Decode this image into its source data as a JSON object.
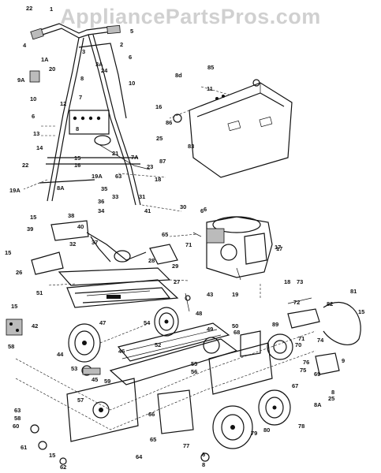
{
  "watermark": "AppliancePartsPros.com",
  "callouts": [
    {
      "id": "c1",
      "text": "1"
    },
    {
      "id": "c2",
      "text": "2"
    },
    {
      "id": "c3",
      "text": "3"
    },
    {
      "id": "c3a",
      "text": "3A"
    },
    {
      "id": "c3b",
      "text": "3"
    },
    {
      "id": "c3a2",
      "text": "3A"
    },
    {
      "id": "c4",
      "text": "4"
    },
    {
      "id": "c5",
      "text": "5"
    },
    {
      "id": "c6",
      "text": "6"
    },
    {
      "id": "c1a",
      "text": "1A"
    },
    {
      "id": "c20",
      "text": "20"
    },
    {
      "id": "c8",
      "text": "8"
    },
    {
      "id": "c9a",
      "text": "9A"
    },
    {
      "id": "c10",
      "text": "10"
    },
    {
      "id": "c10b",
      "text": "10"
    },
    {
      "id": "c11",
      "text": "11"
    },
    {
      "id": "c7",
      "text": "7"
    },
    {
      "id": "c12",
      "text": "12"
    },
    {
      "id": "c6b",
      "text": "6"
    },
    {
      "id": "c13",
      "text": "13"
    },
    {
      "id": "c25",
      "text": "25"
    },
    {
      "id": "c14",
      "text": "14"
    },
    {
      "id": "c22",
      "text": "22"
    },
    {
      "id": "c21",
      "text": "21"
    },
    {
      "id": "c15",
      "text": "15"
    },
    {
      "id": "c16",
      "text": "16"
    },
    {
      "id": "c7a",
      "text": "7A"
    },
    {
      "id": "c87",
      "text": "87"
    },
    {
      "id": "c23",
      "text": "23"
    },
    {
      "id": "c19a",
      "text": "19A"
    },
    {
      "id": "c63",
      "text": "63"
    },
    {
      "id": "c18",
      "text": "18"
    },
    {
      "id": "c19a2",
      "text": "19A"
    },
    {
      "id": "c8a",
      "text": "8A"
    },
    {
      "id": "c35",
      "text": "35"
    },
    {
      "id": "c36",
      "text": "36"
    },
    {
      "id": "c33",
      "text": "33"
    },
    {
      "id": "c34",
      "text": "34"
    },
    {
      "id": "c38",
      "text": "38"
    },
    {
      "id": "c31",
      "text": "31"
    },
    {
      "id": "c41",
      "text": "41"
    },
    {
      "id": "c30",
      "text": "30"
    },
    {
      "id": "c6c",
      "text": "6"
    },
    {
      "id": "c39",
      "text": "39"
    },
    {
      "id": "c15b",
      "text": "15"
    },
    {
      "id": "c40",
      "text": "40"
    },
    {
      "id": "c32",
      "text": "32"
    },
    {
      "id": "c37",
      "text": "37"
    },
    {
      "id": "c65",
      "text": "65"
    },
    {
      "id": "c71",
      "text": "71"
    },
    {
      "id": "c15c",
      "text": "15"
    },
    {
      "id": "c26",
      "text": "26"
    },
    {
      "id": "c28",
      "text": "28"
    },
    {
      "id": "c29",
      "text": "29"
    },
    {
      "id": "c17",
      "text": "17"
    },
    {
      "id": "c27",
      "text": "27"
    },
    {
      "id": "c51",
      "text": "51"
    },
    {
      "id": "c15d",
      "text": "15"
    },
    {
      "id": "c43",
      "text": "43"
    },
    {
      "id": "c42",
      "text": "42"
    },
    {
      "id": "c47",
      "text": "47"
    },
    {
      "id": "c54",
      "text": "54"
    },
    {
      "id": "c58",
      "text": "58"
    },
    {
      "id": "c44",
      "text": "44"
    },
    {
      "id": "c46",
      "text": "46"
    },
    {
      "id": "c52",
      "text": "52"
    },
    {
      "id": "c49",
      "text": "49"
    },
    {
      "id": "c50",
      "text": "50"
    },
    {
      "id": "c68",
      "text": "68"
    },
    {
      "id": "c48",
      "text": "48"
    },
    {
      "id": "c55",
      "text": "55"
    },
    {
      "id": "c56",
      "text": "56"
    },
    {
      "id": "c59",
      "text": "59"
    },
    {
      "id": "c53",
      "text": "53"
    },
    {
      "id": "c45",
      "text": "45"
    },
    {
      "id": "c57",
      "text": "57"
    },
    {
      "id": "c63b",
      "text": "63"
    },
    {
      "id": "c58b",
      "text": "58"
    },
    {
      "id": "c60",
      "text": "60"
    },
    {
      "id": "c61",
      "text": "61"
    },
    {
      "id": "c15e",
      "text": "15"
    },
    {
      "id": "c62",
      "text": "62"
    },
    {
      "id": "c66",
      "text": "66"
    },
    {
      "id": "c64",
      "text": "64"
    },
    {
      "id": "c65b",
      "text": "65"
    },
    {
      "id": "c77",
      "text": "77"
    },
    {
      "id": "c8b",
      "text": "8"
    },
    {
      "id": "c73",
      "text": "73"
    },
    {
      "id": "c72",
      "text": "72"
    },
    {
      "id": "c82",
      "text": "82"
    },
    {
      "id": "c81",
      "text": "81"
    },
    {
      "id": "c15f",
      "text": "15"
    },
    {
      "id": "c74",
      "text": "74"
    },
    {
      "id": "c89",
      "text": "89"
    },
    {
      "id": "c19",
      "text": "19"
    },
    {
      "id": "c18b",
      "text": "18"
    },
    {
      "id": "c17b",
      "text": "17"
    },
    {
      "id": "c85",
      "text": "85"
    },
    {
      "id": "c8d",
      "text": "8d"
    },
    {
      "id": "c11b",
      "text": "11"
    },
    {
      "id": "c16b",
      "text": "16"
    },
    {
      "id": "c83",
      "text": "83"
    },
    {
      "id": "c86",
      "text": "86"
    },
    {
      "id": "c75",
      "text": "75"
    },
    {
      "id": "c76",
      "text": "76"
    },
    {
      "id": "c67",
      "text": "67"
    },
    {
      "id": "c70",
      "text": "70"
    },
    {
      "id": "c71b",
      "text": "71"
    },
    {
      "id": "c80",
      "text": "80"
    },
    {
      "id": "c79",
      "text": "79"
    },
    {
      "id": "c78",
      "text": "78"
    },
    {
      "id": "c69",
      "text": "69"
    },
    {
      "id": "c8c",
      "text": "8"
    },
    {
      "id": "c8a2",
      "text": "8A"
    },
    {
      "id": "c25b",
      "text": "25"
    },
    {
      "id": "c9",
      "text": "9"
    },
    {
      "id": "c24",
      "text": "24"
    },
    {
      "id": "c8e",
      "text": "8"
    },
    {
      "id": "c6d",
      "text": "6"
    },
    {
      "id": "c6e",
      "text": "6"
    }
  ]
}
